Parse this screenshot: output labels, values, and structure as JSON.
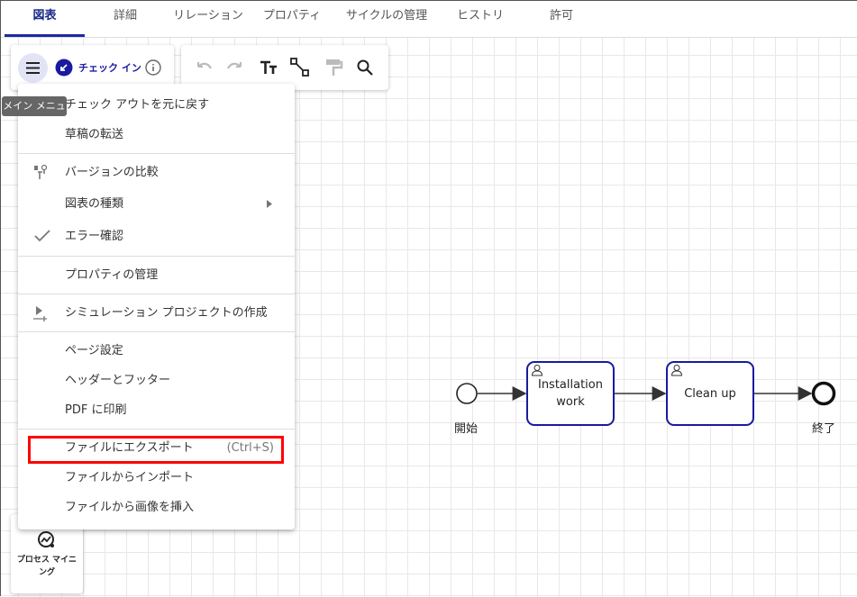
{
  "tabs": [
    {
      "label": "図表"
    },
    {
      "label": "詳細"
    },
    {
      "label": "リレーション"
    },
    {
      "label": "プロパティ"
    },
    {
      "label": "サイクルの管理"
    },
    {
      "label": "ヒストリ"
    },
    {
      "label": "許可"
    }
  ],
  "toolbar": {
    "checkin_label": "チェック イン",
    "tooltip": "メイン メニュー"
  },
  "menu": {
    "items": [
      "チェック アウトを元に戻す",
      "草稿の転送",
      "バージョンの比較",
      "図表の種類",
      "エラー確認",
      "プロパティの管理",
      "シミュレーション プロジェクトの作成",
      "ページ設定",
      "ヘッダーとフッター",
      "PDF に印刷",
      "ファイルにエクスポート",
      "ファイルからインポート",
      "ファイルから画像を挿入"
    ],
    "export_shortcut": "(Ctrl+S)"
  },
  "side": {
    "process_mining": "プロセス マイニング"
  },
  "diagram": {
    "start": "開始",
    "task1": "Installation work",
    "task2": "Clean up",
    "end": "終了"
  },
  "colors": {
    "accent": "#1a1aa0",
    "highlight": "#ff0000"
  }
}
